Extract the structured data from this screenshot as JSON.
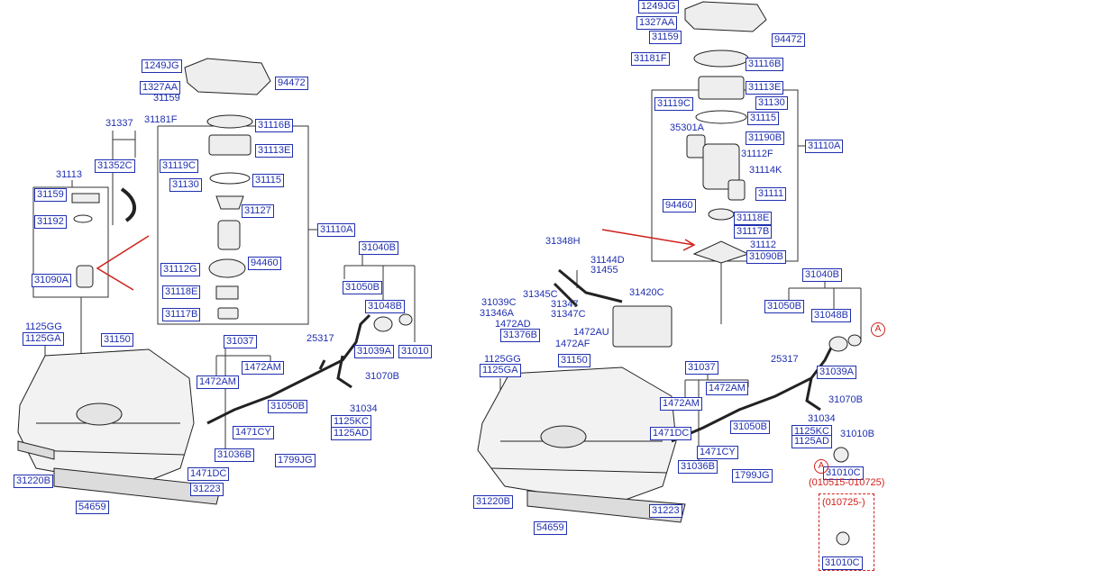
{
  "left": {
    "labels": [
      "1249JG",
      "1327AA",
      "94472",
      "31159",
      "31181F",
      "31116B",
      "31337",
      "31352C",
      "31113E",
      "31119C",
      "31113",
      "31159",
      "31130",
      "31115",
      "31192",
      "31127",
      "31110A",
      "31112G",
      "94460",
      "31090A",
      "31118E",
      "31117B",
      "31040B",
      "31050B",
      "31048B",
      "1125GG",
      "1125GA",
      "31150",
      "31037",
      "25317",
      "31039A",
      "31010",
      "1472AM",
      "1472AM",
      "31070B",
      "31050B",
      "31034",
      "1125KC",
      "1125AD",
      "1471CY",
      "31036B",
      "1799JG",
      "1471DC",
      "31223",
      "31220B",
      "54659"
    ]
  },
  "right": {
    "labels": [
      "1249JG",
      "1327AA",
      "31159",
      "94472",
      "31181F",
      "31116B",
      "31113E",
      "31119C",
      "31130",
      "31115",
      "35301A",
      "31190B",
      "31110A",
      "31112F",
      "31114K",
      "94460",
      "31111",
      "31118E",
      "31117B",
      "31348H",
      "31112",
      "31090B",
      "31144D",
      "31455",
      "31040B",
      "31420C",
      "31039C",
      "31345C",
      "31346A",
      "31347",
      "31347C",
      "31050B",
      "31048B",
      "1472AD",
      "31376B",
      "1472AU",
      "1472AF",
      "1125GG",
      "1125GA",
      "31150",
      "25317",
      "31039A",
      "31037",
      "1472AM",
      "1472AM",
      "31070B",
      "31034",
      "1471DC",
      "31050B",
      "1125KC",
      "1125AD",
      "31010B",
      "1471CY",
      "31036B",
      "1799JG",
      "31010C",
      "31220B",
      "31223",
      "54659",
      "31010C"
    ],
    "circle_marks": [
      "A",
      "A"
    ],
    "date_ranges": [
      "(010515-010725)",
      "(010725-)"
    ]
  }
}
